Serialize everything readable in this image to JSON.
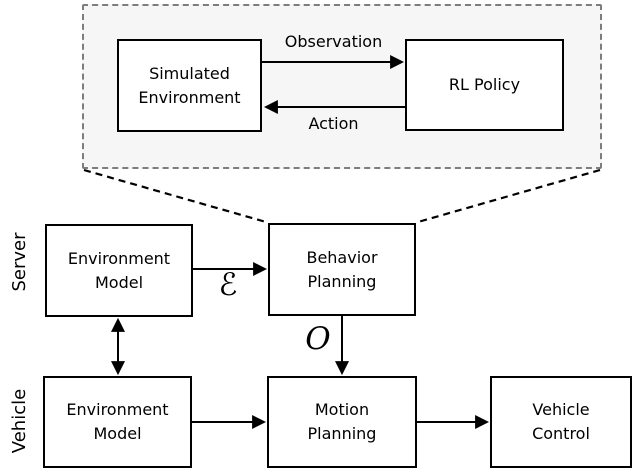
{
  "colors": {
    "background": "#ffffff",
    "node_fill": "#ffffff",
    "node_border": "#000000",
    "panel_fill": "#f5f6f5",
    "panel_border": "#7d7d7d",
    "line": "#000000",
    "text": "#000000"
  },
  "zoom_panel": {
    "simulated_environment": "Simulated\nEnvironment",
    "rl_policy": "RL Policy",
    "observation_label": "Observation",
    "action_label": "Action"
  },
  "rows": {
    "server": {
      "row_label": "Server",
      "environment_model": "Environment\nModel",
      "behavior_planning": "Behavior\nPlanning",
      "edge_symbol": "ℰ"
    },
    "vehicle": {
      "row_label": "Vehicle",
      "environment_model": "Environment\nModel",
      "motion_planning": "Motion\nPlanning",
      "vehicle_control": "Vehicle\nControl",
      "edge_symbol": "O"
    }
  }
}
